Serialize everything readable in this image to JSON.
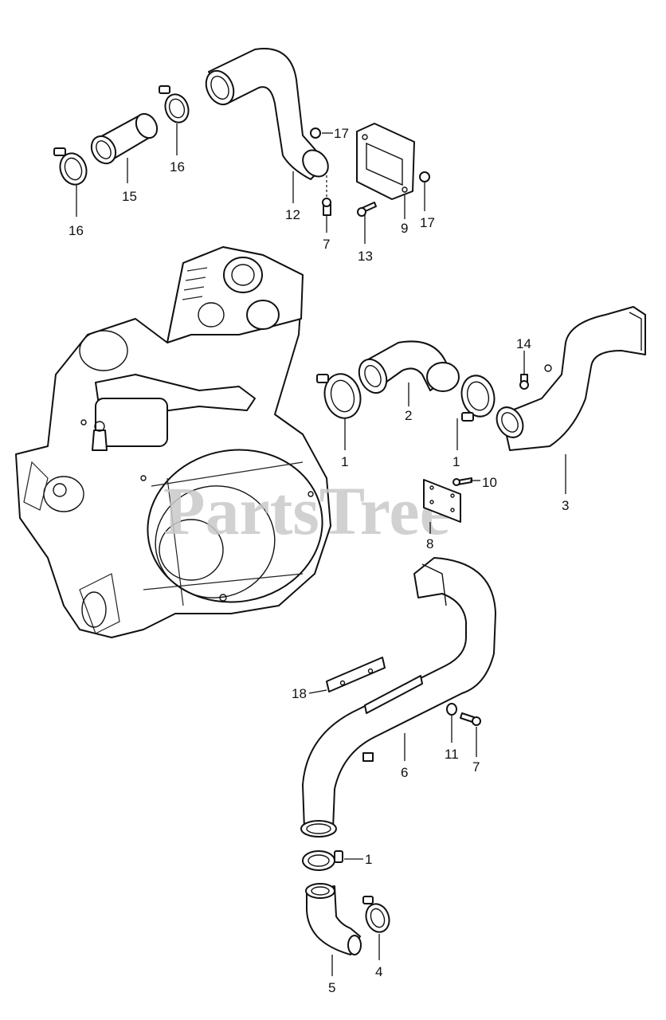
{
  "watermark": "PartsTree",
  "callouts": {
    "c1a": "1",
    "c1b": "1",
    "c1c": "1",
    "c2": "2",
    "c3": "3",
    "c4": "4",
    "c5": "5",
    "c6": "6",
    "c7a": "7",
    "c7b": "7",
    "c8": "8",
    "c9": "9",
    "c10": "10",
    "c11": "11",
    "c12": "12",
    "c13": "13",
    "c14": "14",
    "c15": "15",
    "c16a": "16",
    "c16b": "16",
    "c17a": "17",
    "c17b": "17",
    "c18": "18"
  }
}
